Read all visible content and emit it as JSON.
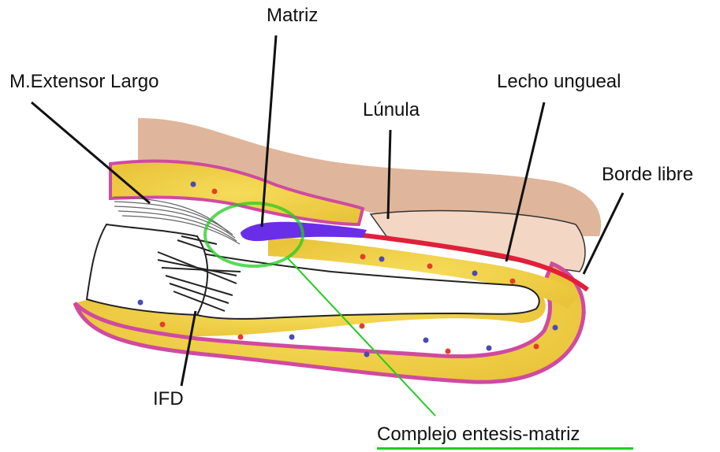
{
  "labels": {
    "matriz": "Matriz",
    "extensor": "M.Extensor Largo",
    "lunula": "Lúnula",
    "lecho": "Lecho ungueal",
    "borde": "Borde libre",
    "ifd": "IFD",
    "complejo": "Complejo entesis-matriz"
  },
  "colors": {
    "skin": "#d8a888",
    "dermis_pink": "#d04aa0",
    "fat_yellow": "#f2d24a",
    "nail_bed_red": "#e0203a",
    "matrix_purple": "#6a2ee8",
    "nail_plate": "#f3d6c4",
    "highlight_green": "#22cc22",
    "vessel_red": "#e0402a",
    "vessel_blue": "#4a4ab8"
  }
}
